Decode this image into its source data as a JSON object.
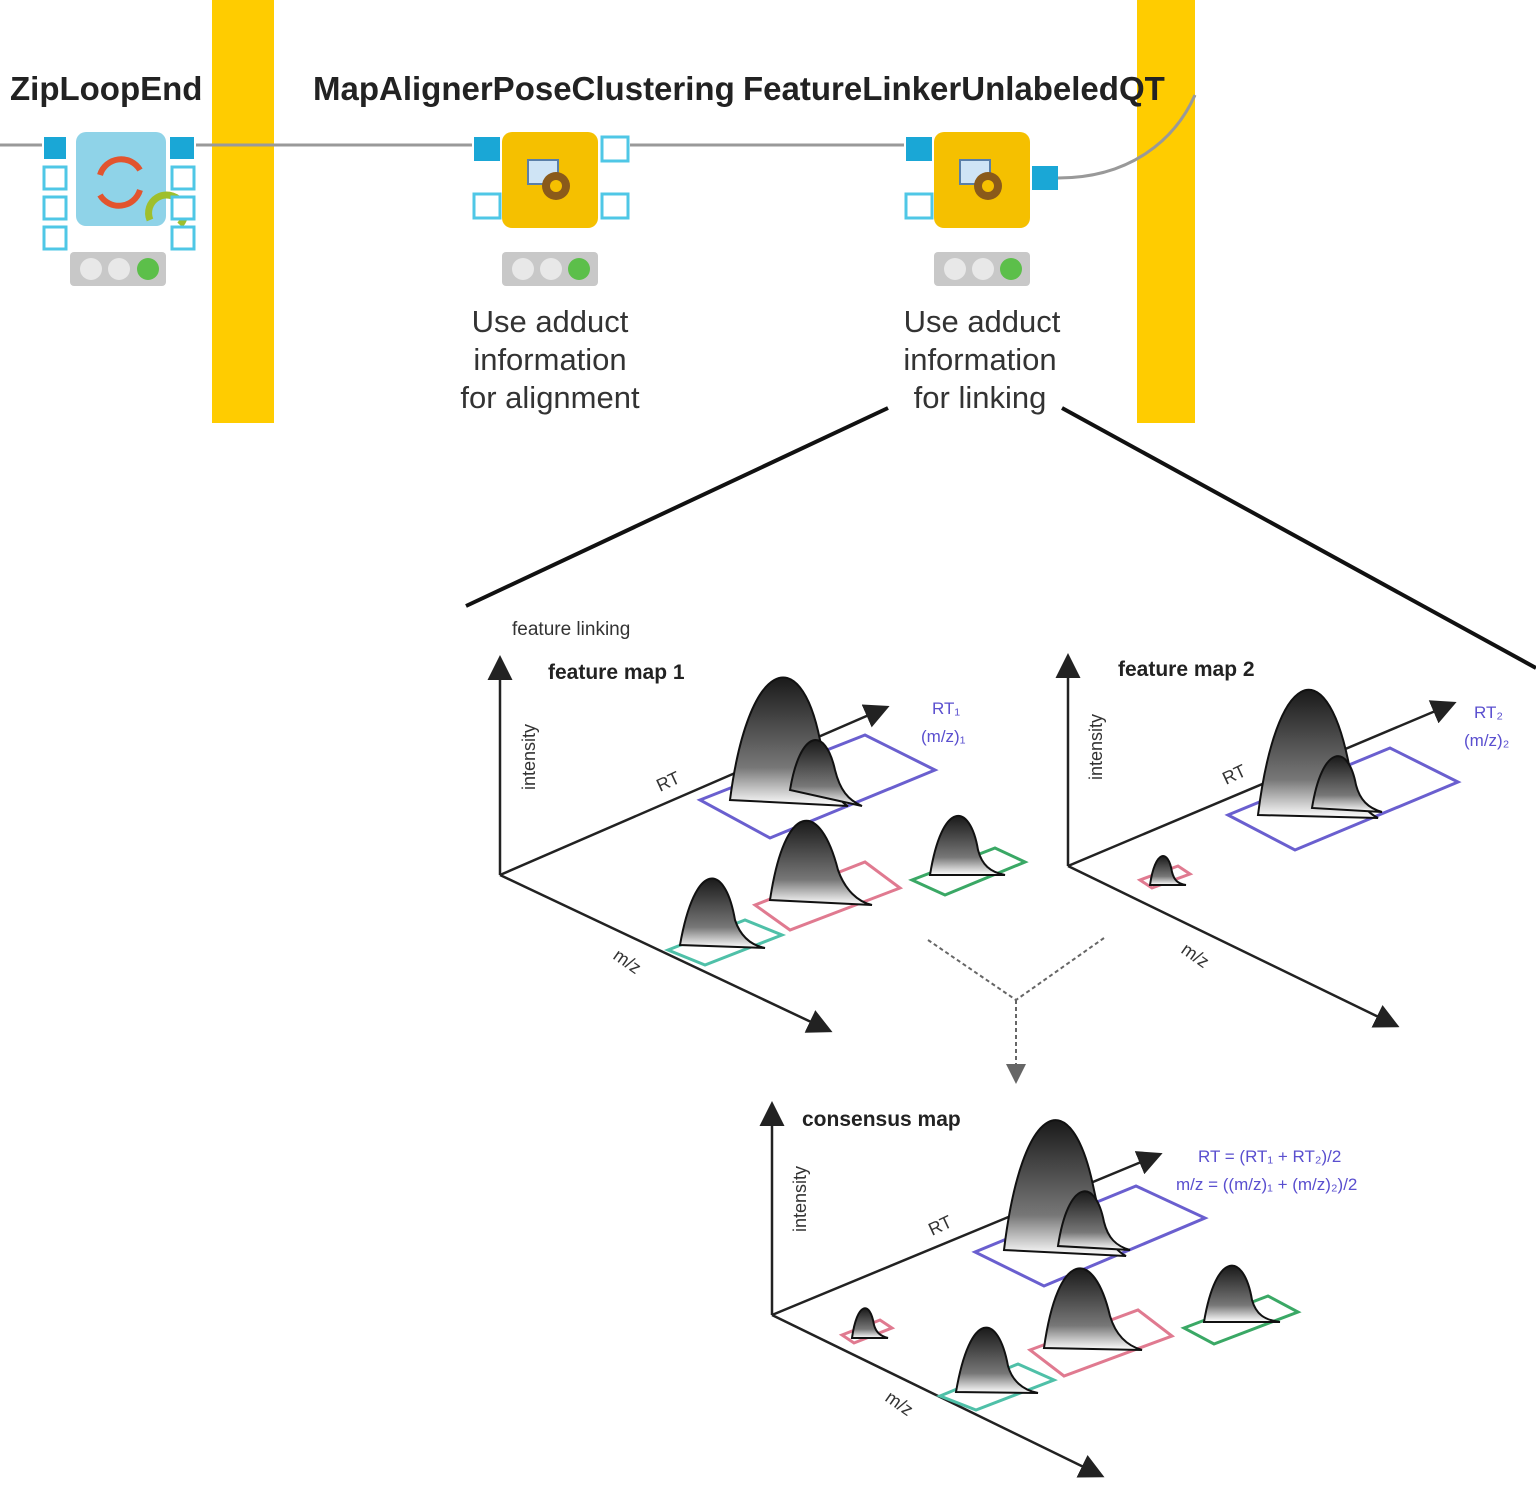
{
  "workflow": {
    "nodes": [
      {
        "title": "ZipLoopEnd",
        "description": ""
      },
      {
        "title": "MapAlignerPoseClustering",
        "description_lines": [
          "Use adduct",
          "information",
          "for alignment"
        ]
      },
      {
        "title": "FeatureLinkerUnlabeledQT",
        "description_lines": [
          "Use adduct",
          "information",
          "for linking"
        ]
      }
    ]
  },
  "detail": {
    "header": "feature linking",
    "maps": [
      {
        "title": "feature map 1",
        "y_axis": "intensity",
        "rt_axis": "RT",
        "mz_axis": "m/z",
        "annotation_lines": [
          "RT₁",
          "(m/z)₁"
        ]
      },
      {
        "title": "feature map 2",
        "y_axis": "intensity",
        "rt_axis": "RT",
        "mz_axis": "m/z",
        "annotation_lines": [
          "RT₂",
          "(m/z)₂"
        ]
      },
      {
        "title": "consensus map",
        "y_axis": "intensity",
        "rt_axis": "RT",
        "mz_axis": "m/z",
        "annotation_lines": [
          "RT = (RT₁ + RT₂)/2",
          "m/z = ((m/z)₁ + (m/z)₂)/2"
        ]
      }
    ]
  },
  "colors": {
    "loop_separator": "#ffcc00",
    "node_orange": "#f5c000",
    "node_blue": "#8fd3e8",
    "port_blue": "#1aa7d6",
    "status_green": "#5cbf4a",
    "purple": "#6a5fcf",
    "pink": "#e07a90",
    "green": "#3aa865",
    "teal": "#4fc0a8"
  }
}
